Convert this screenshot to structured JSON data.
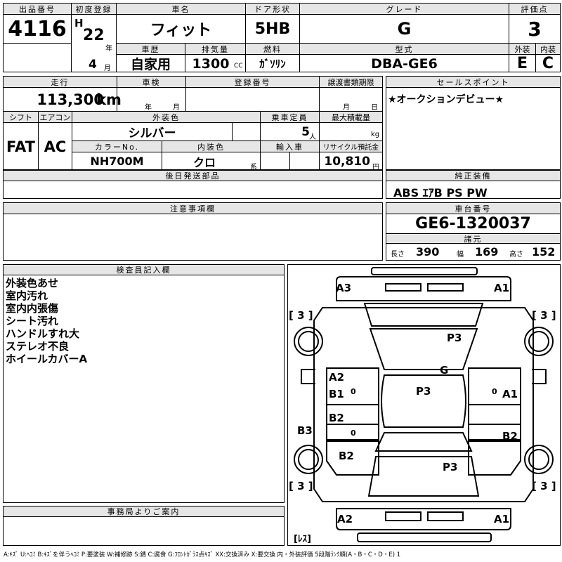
{
  "header": {
    "lot_no_label": "出品番号",
    "lot_no": "4116",
    "first_reg_label": "初度登録",
    "era": "H",
    "year": "22",
    "year_unit": "年",
    "month": "4",
    "month_unit": "月",
    "car_name_label": "車名",
    "car_name": "フィット",
    "door_label": "ドア形状",
    "door": "5HB",
    "grade_label": "グレード",
    "grade": "G",
    "score_label": "評価点",
    "score": "3",
    "history_label": "車歴",
    "history": "自家用",
    "displacement_label": "排気量",
    "displacement": "1300",
    "displacement_unit": "CC",
    "fuel_label": "燃料",
    "fuel": "ｶﾞｿﾘﾝ",
    "model_label": "型式",
    "model": "DBA-GE6",
    "exterior_label": "外装",
    "exterior": "E",
    "interior_label": "内装",
    "interior": "C"
  },
  "specs": {
    "mileage_label": "走行",
    "mileage": "113,300",
    "mileage_unit": "km",
    "inspection_label": "車検",
    "insp_year_unit": "年",
    "insp_month_unit": "月",
    "reg_no_label": "登録番号",
    "transfer_label": "譲渡書類期限",
    "transfer_month_unit": "月",
    "transfer_day_unit": "日",
    "shift_label": "シフト",
    "shift": "FAT",
    "ac_label": "エアコン",
    "ac": "AC",
    "ext_color_label": "外装色",
    "ext_color": "シルバー",
    "capacity_label": "乗車定員",
    "capacity": "5",
    "capacity_unit": "人",
    "max_load_label": "最大積載量",
    "max_load_unit": "kg",
    "color_no_label": "カラーNo.",
    "color_no": "NH700M",
    "int_color_label": "内装色",
    "int_color": "クロ",
    "int_color_unit": "系",
    "import_label": "輸入車",
    "recycle_label": "リサイクル預託金",
    "recycle": "10,810",
    "recycle_unit": "円"
  },
  "sales_point": {
    "label": "セールスポイント",
    "text": "★オークションデビュー★"
  },
  "later_parts": {
    "label": "後日発送部品"
  },
  "equipment": {
    "label": "純正装備",
    "text": "ABS ｴｱB PS PW"
  },
  "caution": {
    "label": "注意事項欄"
  },
  "chassis": {
    "label": "車台番号",
    "number": "GE6-1320037"
  },
  "dimensions": {
    "label": "諸元",
    "length_label": "長さ",
    "length": "390",
    "width_label": "幅",
    "width": "169",
    "height_label": "高さ",
    "height": "152"
  },
  "inspector": {
    "label": "検査員記入欄",
    "notes": [
      "外装色あせ",
      "室内汚れ",
      "室内内張傷",
      "シート汚れ",
      "ハンドルすれ大",
      "ステレオ不良",
      "ホイールカバーA"
    ]
  },
  "office": {
    "label": "事務局よりご案内"
  },
  "diagram": {
    "marks": [
      "A3",
      "A1",
      "P3",
      "G",
      "A2",
      "B1",
      "0",
      "P3",
      "A1",
      "0",
      "B2",
      "0",
      "B3",
      "B2",
      "B2",
      "P3",
      "A2",
      "A1"
    ],
    "tires": [
      "[ 3 ]",
      "[ 3 ]",
      "[ 3 ]",
      "[ 3 ]"
    ],
    "spare": "[ﾚｽ]"
  },
  "legend": "A:ｷｽﾞ U:ﾍｺﾐ B:ｷｽﾞを伴うﾍｺﾐ P:要塗装 W:補修跡 S:錆 C:腐食 G:ﾌﾛﾝﾄｶﾞﾗｽ点ｷｽﾞ XX:交換済み X:要交換 内・外装評価 5段階ﾗﾝｸ順(A・B・C・D・E) 1"
}
